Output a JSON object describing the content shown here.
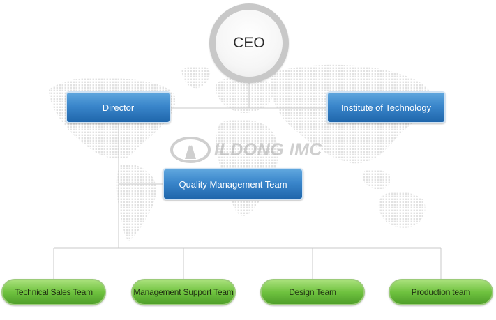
{
  "org_chart": {
    "ceo": "CEO",
    "director": "Director",
    "institute": "Institute of Technology",
    "quality_team": "Quality Management Team",
    "teams": [
      "Technical Sales Team",
      "Management Support Team",
      "Design Team",
      "Production team"
    ]
  },
  "watermark": {
    "text": "ILDONG IMC"
  },
  "colors": {
    "blue_box": "#2f7bc2",
    "green_box": "#6fc23f",
    "connector": "#c9c9c9",
    "map_dots": "#e4e4e4",
    "ceo_ring": "#c8c8c8"
  }
}
